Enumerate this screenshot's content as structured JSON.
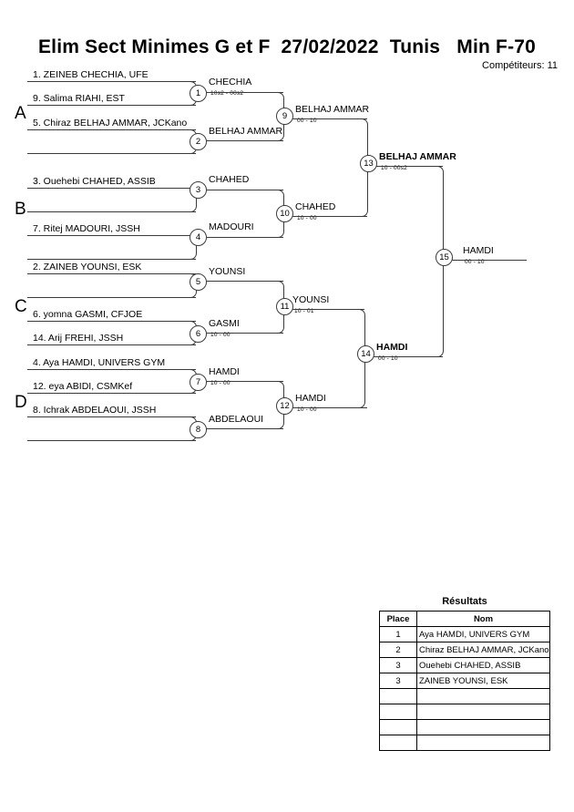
{
  "header": {
    "title": "Elim Sect Minimes G et F  27/02/2022  Tunis   Min F-70",
    "competitors": "Compétiteurs: 11"
  },
  "groups": [
    {
      "letter": "A"
    },
    {
      "letter": "B"
    },
    {
      "letter": "C"
    },
    {
      "letter": "D"
    }
  ],
  "entrants": [
    {
      "label": "1. ZEINEB CHECHIA, UFE"
    },
    {
      "label": "9. Salima RIAHI, EST"
    },
    {
      "label": "5. Chiraz BELHAJ AMMAR, JCKano"
    },
    {
      "label": ""
    },
    {
      "label": "3. Ouehebi CHAHED, ASSIB"
    },
    {
      "label": ""
    },
    {
      "label": "7. Ritej MADOURI, JSSH"
    },
    {
      "label": ""
    },
    {
      "label": "2. ZAINEB YOUNSI, ESK"
    },
    {
      "label": ""
    },
    {
      "label": "6. yomna GASMI, CFJOE"
    },
    {
      "label": "14. Arij FREHI, JSSH"
    },
    {
      "label": "4. Aya HAMDI, UNIVERS GYM"
    },
    {
      "label": "12. eya ABIDI, CSMKef"
    },
    {
      "label": "8. Ichrak ABDELAOUI, JSSH"
    },
    {
      "label": ""
    }
  ],
  "matches": [
    {
      "num": "1",
      "winner": "CHECHIA",
      "score": "10s2 - 00s2",
      "bold": false
    },
    {
      "num": "2",
      "winner": "BELHAJ AMMAR",
      "score": "",
      "bold": false
    },
    {
      "num": "3",
      "winner": "CHAHED",
      "score": "",
      "bold": false
    },
    {
      "num": "4",
      "winner": "MADOURI",
      "score": "",
      "bold": false
    },
    {
      "num": "5",
      "winner": "YOUNSI",
      "score": "",
      "bold": false
    },
    {
      "num": "6",
      "winner": "GASMI",
      "score": "10 - 00",
      "bold": false
    },
    {
      "num": "7",
      "winner": "HAMDI",
      "score": "10 - 00",
      "bold": false
    },
    {
      "num": "8",
      "winner": "ABDELAOUI",
      "score": "",
      "bold": false
    },
    {
      "num": "9",
      "winner": "BELHAJ AMMAR",
      "score": "00 - 10",
      "bold": false
    },
    {
      "num": "10",
      "winner": "CHAHED",
      "score": "10 - 00",
      "bold": false
    },
    {
      "num": "11",
      "winner": "YOUNSI",
      "score": "10 - 01",
      "bold": false
    },
    {
      "num": "12",
      "winner": "HAMDI",
      "score": "10 - 00",
      "bold": false
    },
    {
      "num": "13",
      "winner": "BELHAJ AMMAR",
      "score": "10 - 00s2",
      "bold": true
    },
    {
      "num": "14",
      "winner": "HAMDI",
      "score": "00 - 10",
      "bold": true
    },
    {
      "num": "15",
      "winner": "HAMDI",
      "score": "00 - 10",
      "bold": false
    }
  ],
  "results": {
    "title": "Résultats",
    "columns": [
      "Place",
      "Nom"
    ],
    "rows": [
      {
        "place": "1",
        "nom": "Aya HAMDI, UNIVERS GYM"
      },
      {
        "place": "2",
        "nom": "Chiraz BELHAJ AMMAR, JCKano"
      },
      {
        "place": "3",
        "nom": "Ouehebi CHAHED, ASSIB"
      },
      {
        "place": "3",
        "nom": "ZAINEB YOUNSI, ESK"
      },
      {
        "place": "",
        "nom": ""
      },
      {
        "place": "",
        "nom": ""
      },
      {
        "place": "",
        "nom": ""
      },
      {
        "place": "",
        "nom": ""
      }
    ]
  }
}
